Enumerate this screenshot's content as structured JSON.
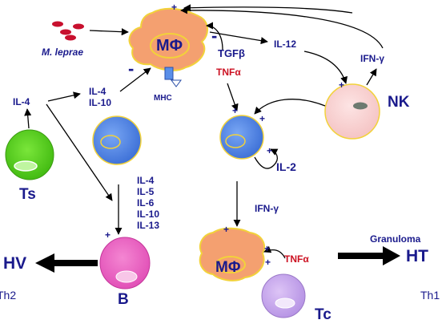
{
  "labels": {
    "m_leprae": "M. leprae",
    "macrophage_top": "MΦ",
    "tgf_beta": "TGFβ",
    "tnf_alpha_top": "TNFα",
    "mhc": "MHC",
    "il12": "IL-12",
    "ifn_gamma_top": "IFN-γ",
    "nk": "NK",
    "il4_left": "IL-4",
    "il4_il10": [
      "IL-4",
      "IL-10"
    ],
    "ts": "Ts",
    "il2": "IL-2",
    "b_cytokines": [
      "IL-4",
      "IL-5",
      "IL-6",
      "IL-10",
      "IL-13"
    ],
    "ifn_gamma_mid": "IFN-γ",
    "granuloma": "Granuloma",
    "hv": "HV",
    "th2": "Th2",
    "b": "B",
    "macrophage_bottom": "MΦ",
    "tnf_alpha_bottom": "TNFα",
    "ht": "HT",
    "th1": "Th1",
    "tc": "Tc"
  },
  "symbols": {
    "plus": "+",
    "minus": "-"
  },
  "colors": {
    "label_navy": "#1a1a8c",
    "label_red": "#cc1122",
    "macrophage": "#f4a070",
    "macrophage_border": "#f2d23a",
    "t_cell_blue": "#4f86e6",
    "nk_cell": "#f8d2d2",
    "ts_cell": "#55d41a",
    "b_cell": "#ec5cbf",
    "tc_cell": "#c9a6ec",
    "bacteria": "#c8102e",
    "arrow": "#000000"
  }
}
